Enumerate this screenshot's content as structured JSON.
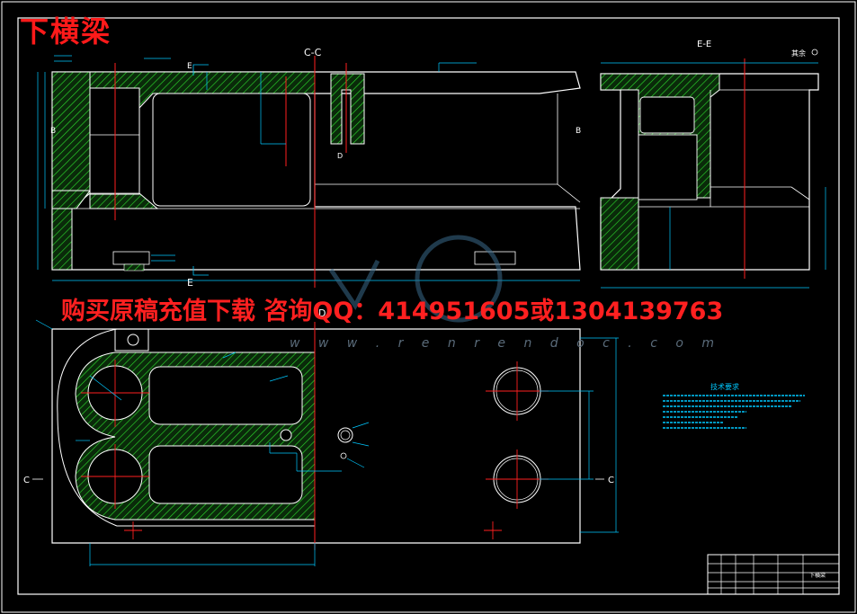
{
  "title": "下横梁",
  "banner": "购买原稿充值下载 咨询QQ：414951605或1304139763",
  "watermark": "w w w . r e n r e n d o c . c o m",
  "views": {
    "section_cc": "C-C",
    "section_ee": "E-E",
    "label_b_left": "B",
    "label_b_right": "B",
    "label_e_top": "E",
    "label_e_bottom": "E",
    "label_c_left": "C",
    "label_c_right": "C",
    "label_d": "D",
    "label_d2": "D",
    "other_note": "其余"
  },
  "tech_requirements": {
    "heading": "技术要求"
  },
  "title_block": {
    "part_name": "下横梁"
  },
  "colors": {
    "background": "#000000",
    "outline": "#ffffff",
    "dimension": "#00c8ff",
    "hatch": "#00ff00",
    "centerline": "#ff2020",
    "border": "#ffffff"
  }
}
